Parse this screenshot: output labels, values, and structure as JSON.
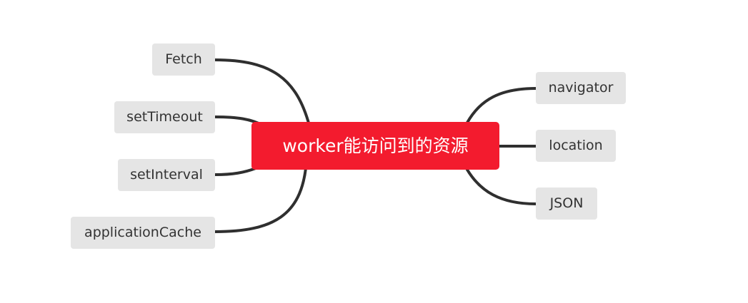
{
  "colors": {
    "central_fill": "#f31b2e",
    "central_text": "#ffffff",
    "branch_fill": "#e5e5e5",
    "branch_text": "#333333",
    "connector": "#2f2f2f"
  },
  "mindmap": {
    "central": {
      "label": "worker能访问到的资源"
    },
    "left_branches": [
      {
        "label": "Fetch"
      },
      {
        "label": "setTimeout"
      },
      {
        "label": "setInterval"
      },
      {
        "label": "applicationCache"
      }
    ],
    "right_branches": [
      {
        "label": "navigator"
      },
      {
        "label": "location"
      },
      {
        "label": "JSON"
      }
    ]
  }
}
